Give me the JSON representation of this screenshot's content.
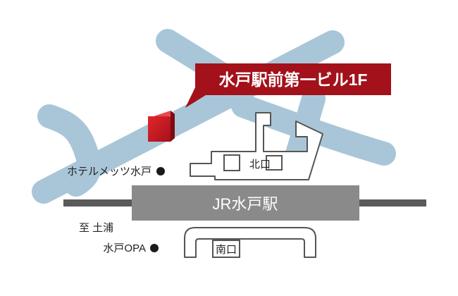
{
  "callout": {
    "text": "水戸駅前第一ビル1F"
  },
  "station": {
    "name": "JR水戸駅"
  },
  "exits": {
    "north": "北口",
    "south": "南口"
  },
  "landmarks": {
    "hotel": "ホテルメッツ水戸",
    "opa_line1": "至 土浦",
    "opa_line2": "水戸OPA"
  },
  "colors": {
    "road": "#a9c6d8",
    "callout": "#a3111b",
    "station_bar": "#8a8a8a",
    "rail": "#5a5a5a",
    "building_outline": "#555555",
    "marker": "#1a1a1a"
  }
}
